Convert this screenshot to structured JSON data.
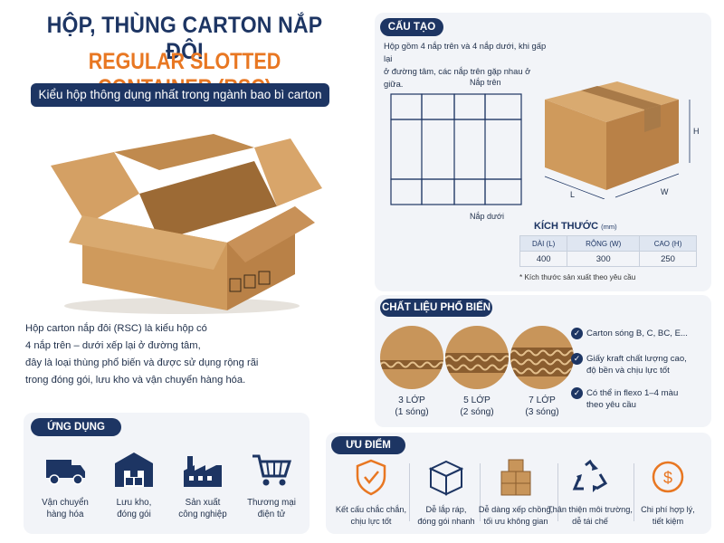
{
  "header": {
    "title_line1": "HỘP, THÙNG CARTON NẮP ĐÔI",
    "title_line2": "REGULAR SLOTTED CONTAINER (RSC)",
    "subtitle": "Kiểu hộp thông dụng nhất trong ngành bao bì carton"
  },
  "intro": {
    "line1": "Hộp carton nắp đôi (RSC) là kiểu hộp có",
    "line2": "4 nắp trên – dưới xếp lại ở đường tâm,",
    "line3": "đây là loại thùng phổ biến và được sử dụng rộng rãi",
    "line4": "trong đóng gói, lưu kho và vận chuyển hàng hóa."
  },
  "structure": {
    "heading": "CẤU TẠO",
    "desc_line1": "Hộp gồm 4 nắp trên và 4 nắp dưới, khi gấp lại",
    "desc_line2": "ở đường tâm, các nắp trên gặp nhau ở giữa.",
    "top_flap_label": "Nắp trên",
    "bottom_flap_label": "Nắp dưới",
    "dim_h": "H",
    "dim_l": "L",
    "dim_w": "W"
  },
  "dimensions": {
    "heading": "KÍCH THƯỚC",
    "unit": "(mm)",
    "columns": [
      "DÀI (L)",
      "RỘNG (W)",
      "CAO (H)"
    ],
    "values": [
      "400",
      "300",
      "250"
    ],
    "note": "* Kích thước sản xuất theo yêu cầu"
  },
  "materials": {
    "heading": "CHẤT LIỆU PHỔ BIẾN",
    "items": [
      {
        "label": "3 LỚP",
        "sub": "(1 sóng)"
      },
      {
        "label": "5 LỚP",
        "sub": "(2 sóng)"
      },
      {
        "label": "7 LỚP",
        "sub": "(3 sóng)"
      }
    ],
    "checks": [
      {
        "line1": "Carton sóng B, C, BC, E...",
        "line2": ""
      },
      {
        "line1": "Giấy kraft chất lượng cao,",
        "line2": "độ bền  và chịu lực tốt"
      },
      {
        "line1": "Có thể in flexo 1–4 màu",
        "line2": "theo yêu cầu"
      }
    ]
  },
  "applications": {
    "heading": "ỨNG DỤNG",
    "items": [
      {
        "line1": "Vận chuyển",
        "line2": "hàng hóa"
      },
      {
        "line1": "Lưu kho,",
        "line2": "đóng gói"
      },
      {
        "line1": "Sản xuất",
        "line2": "công nghiệp"
      },
      {
        "line1": "Thương mại",
        "line2": "điện tử"
      }
    ]
  },
  "advantages": {
    "heading": "ƯU ĐIỂM",
    "items": [
      {
        "line1": "Kết cấu chắc chắn,",
        "line2": "chịu lực tốt"
      },
      {
        "line1": "Dễ lắp ráp,",
        "line2": "đóng gói nhanh"
      },
      {
        "line1": "Dễ dàng xếp chồng,",
        "line2": "tối ưu không gian"
      },
      {
        "line1": "Thân thiện môi trường,",
        "line2": "dễ tái chế"
      },
      {
        "line1": "Chi phí hợp lý,",
        "line2": "tiết kiệm"
      }
    ]
  },
  "colors": {
    "navy": "#1d3563",
    "orange": "#e87722",
    "kraft": "#c8955a",
    "card_bg": "#f2f4f8"
  }
}
